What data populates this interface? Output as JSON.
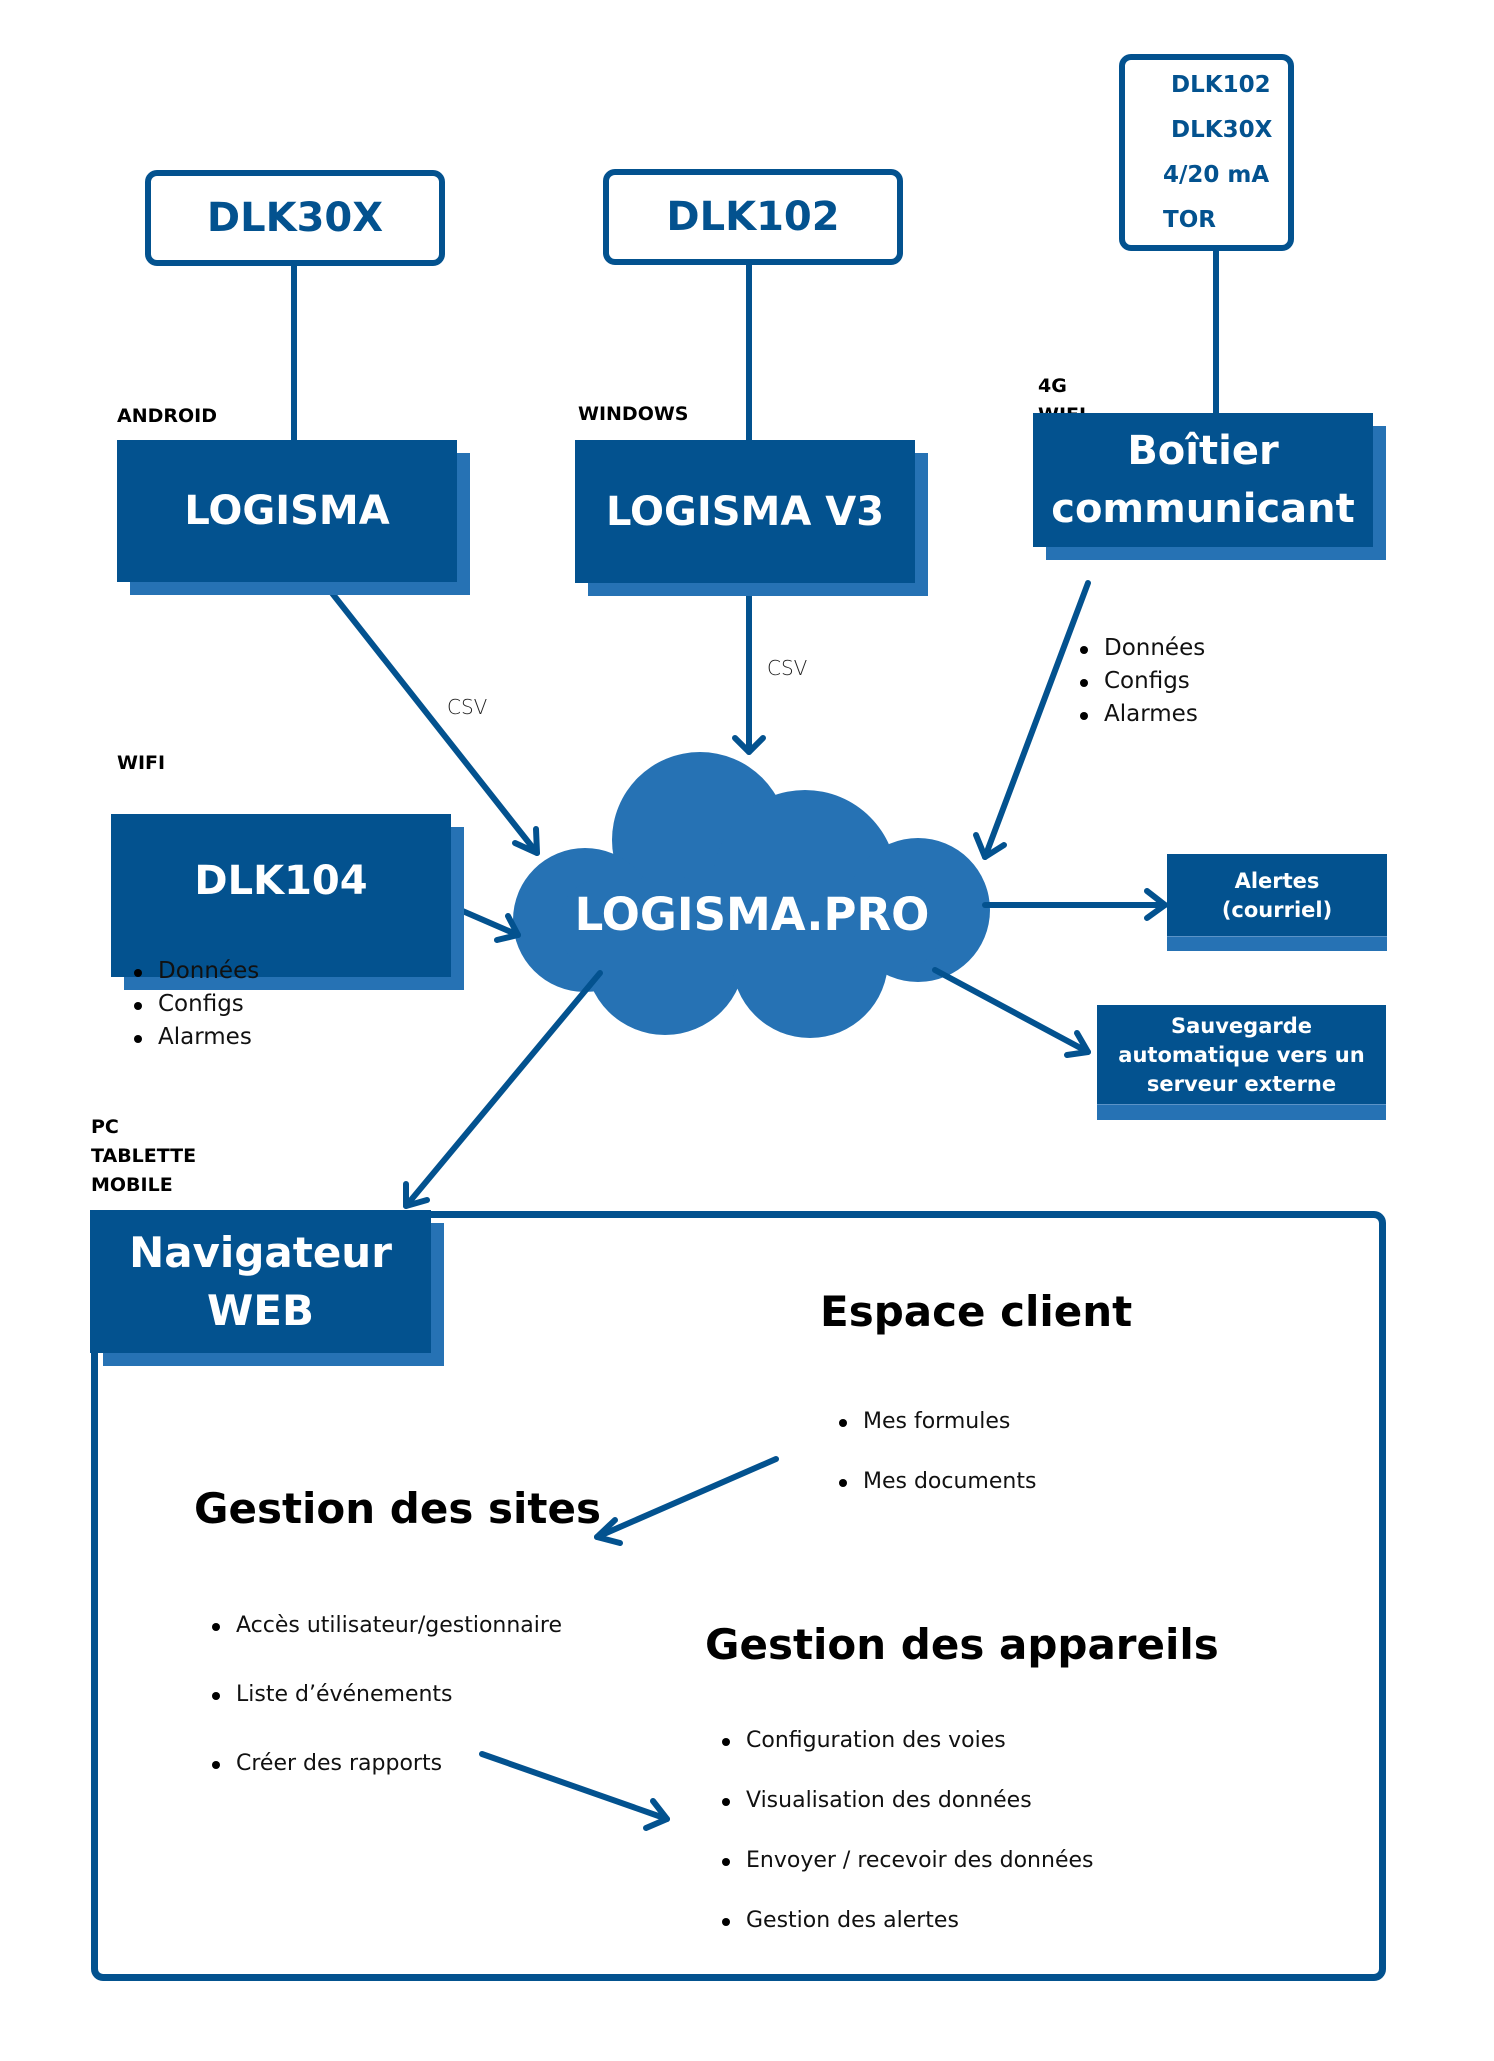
{
  "colors": {
    "primary": "#03528f",
    "accent": "#2672b4",
    "text": "#000000",
    "background": "#ffffff"
  },
  "devices": {
    "dlk30x": "DLK30X",
    "dlk102": "DLK102",
    "boitier_inputs": [
      "DLK102",
      "DLK30X",
      "4/20 mA",
      "TOR"
    ]
  },
  "platform_labels": {
    "android": "ANDROID",
    "windows": "WINDOWS",
    "boitier": [
      "4G",
      "WIFI"
    ],
    "dlk104": "WIFI",
    "navigateur": [
      "PC",
      "TABLETTE",
      "MOBILE"
    ]
  },
  "software": {
    "logisma": "LOGISMA",
    "logisma_v3": "LOGISMA V3",
    "boitier": [
      "Boîtier",
      "communicant"
    ],
    "dlk104": "DLK104",
    "navigateur": [
      "Navigateur",
      "WEB"
    ]
  },
  "connectors": {
    "csv_left": "CSV",
    "csv_center": "CSV"
  },
  "boitier_features": [
    "Données",
    "Configs",
    "Alarmes"
  ],
  "dlk104_features": [
    "Données",
    "Configs",
    "Alarmes"
  ],
  "cloud": {
    "label": "LOGISMA.PRO"
  },
  "outputs": {
    "alertes": [
      "Alertes",
      "(courriel)"
    ],
    "sauvegarde": [
      "Sauvegarde",
      "automatique vers un",
      "serveur externe"
    ]
  },
  "web": {
    "espace_client": {
      "title": "Espace client",
      "items": [
        "Mes formules",
        "Mes documents"
      ]
    },
    "gestion_sites": {
      "title": "Gestion des sites",
      "items": [
        "Accès utilisateur/gestionnaire",
        "Liste d’événements",
        "Créer des rapports"
      ]
    },
    "gestion_appareils": {
      "title": "Gestion des appareils",
      "items": [
        "Configuration des voies",
        "Visualisation des données",
        "Envoyer / recevoir des données",
        "Gestion des alertes"
      ]
    }
  }
}
